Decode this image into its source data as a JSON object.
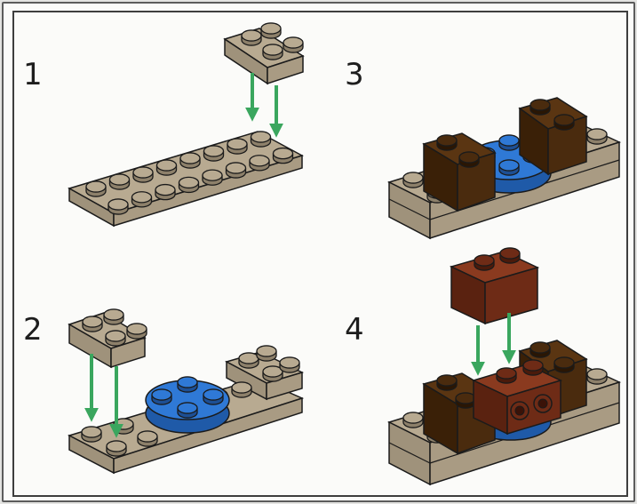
{
  "colors": {
    "tan": "#b8aa91",
    "blue": "#2f79d6",
    "dark_brown": "#4a2b0e",
    "reddish_brown": "#6e2b16",
    "arrow": "#3aa65e",
    "outline": "#1b1b1b"
  },
  "steps": [
    {
      "number": "1"
    },
    {
      "number": "2"
    },
    {
      "number": "3"
    },
    {
      "number": "4"
    }
  ]
}
